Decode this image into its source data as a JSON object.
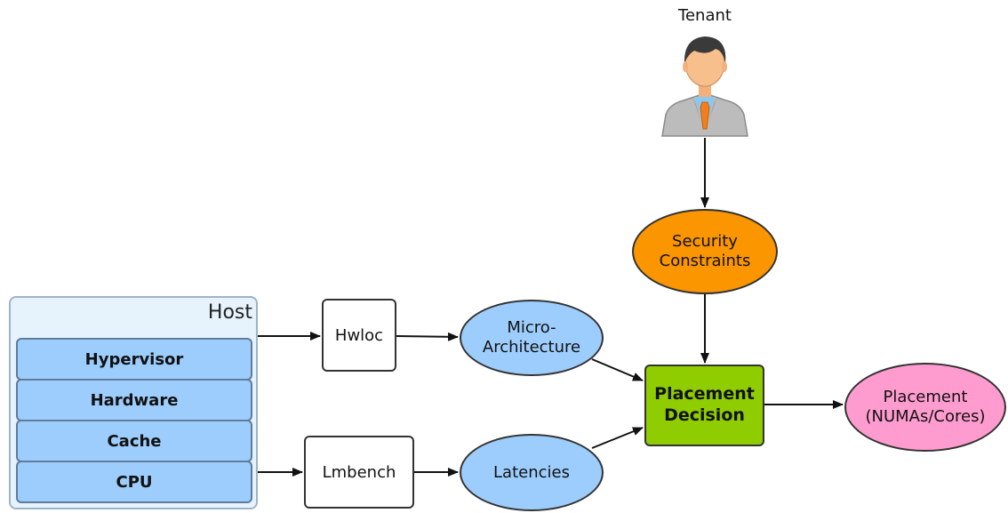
{
  "tenant": {
    "label": "Tenant"
  },
  "host": {
    "title": "Host",
    "layers": [
      "Hypervisor",
      "Hardware",
      "Cache",
      "CPU"
    ]
  },
  "tools": {
    "hwloc": "Hwloc",
    "lmbench": "Lmbench"
  },
  "nodes": {
    "micro_architecture": "Micro-\nArchitecture",
    "latencies": "Latencies",
    "security_constraints": "Security\nConstraints",
    "placement_decision": "Placement\nDecision",
    "placement_output": "Placement\n(NUMAs/Cores)"
  },
  "icons": {
    "tenant": "businessman-icon"
  },
  "colors": {
    "host_bg": "#e6f3fd",
    "layer_fill": "#9dcdfd",
    "security": "#fb9600",
    "decision": "#8fcc00",
    "output": "#ff9ccf"
  }
}
